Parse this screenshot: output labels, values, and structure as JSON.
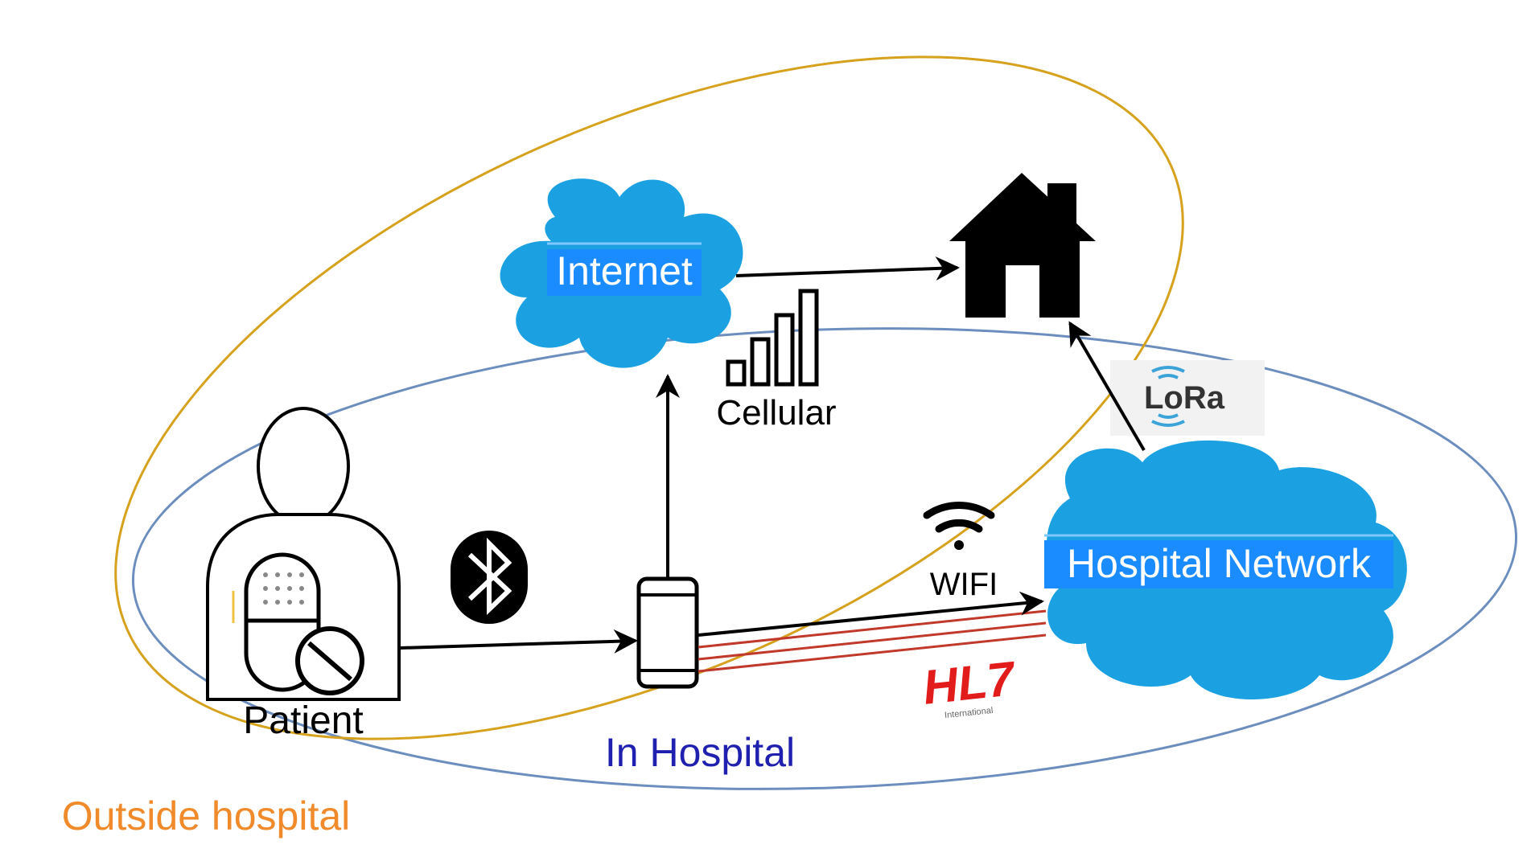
{
  "labels": {
    "internet": "Internet",
    "cellular": "Cellular",
    "patient": "Patient",
    "wifi": "WIFI",
    "hospital_network": "Hospital Network",
    "in_hospital": "In Hospital",
    "outside_hospital": "Outside hospital",
    "lora": "LoRa",
    "hl7": "HL7",
    "hl7_sub": "International"
  },
  "colors": {
    "cloud": "#1ba1e2",
    "cloud_label_bg": "#1a8cff",
    "outside_ellipse": "#d6a21e",
    "inside_ellipse": "#6c8ebf",
    "in_hospital_text": "#2020b0",
    "outside_hospital_text": "#f08a2a",
    "hl7_red": "#e21b1b",
    "arrow": "#000000"
  },
  "icons": [
    "house-icon",
    "bluetooth-icon",
    "wifi-icon",
    "signal-bars-icon",
    "smartphone-icon",
    "patient-icon",
    "lora-logo",
    "hl7-logo"
  ]
}
